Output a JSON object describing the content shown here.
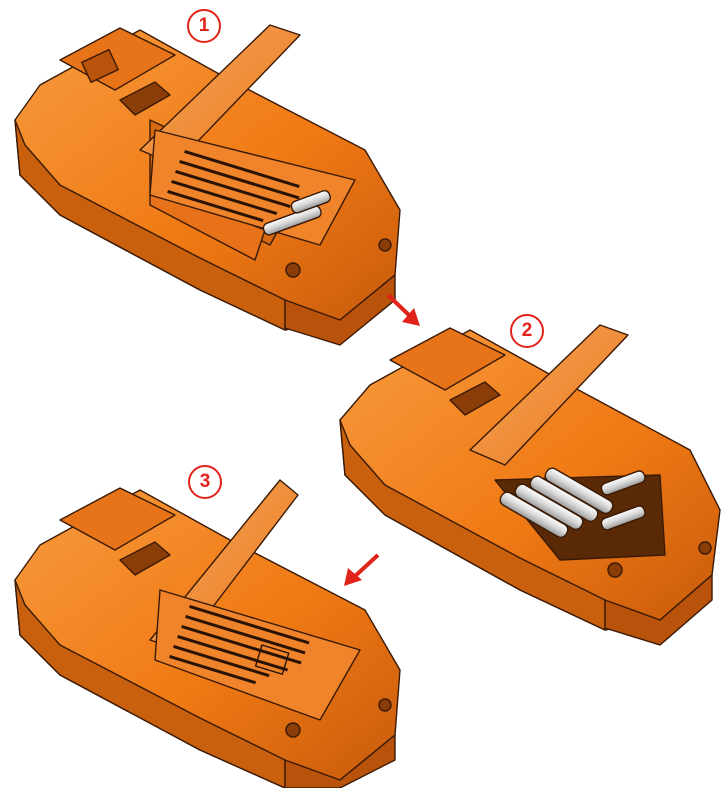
{
  "steps": [
    {
      "number": "1",
      "state": "cover-open-old-batteries"
    },
    {
      "number": "2",
      "state": "batteries-replaced"
    },
    {
      "number": "3",
      "state": "cover-closing"
    }
  ],
  "colors": {
    "body": "#f07a14",
    "body_dark": "#b9520a",
    "body_light": "#f79a3e",
    "outline": "#3a1a05",
    "cover": "#ef8a2e",
    "battery": "#d9d9d9",
    "accent": "#e2231a"
  },
  "icons": [
    "arrow-down-right-icon",
    "arrow-down-left-icon"
  ]
}
